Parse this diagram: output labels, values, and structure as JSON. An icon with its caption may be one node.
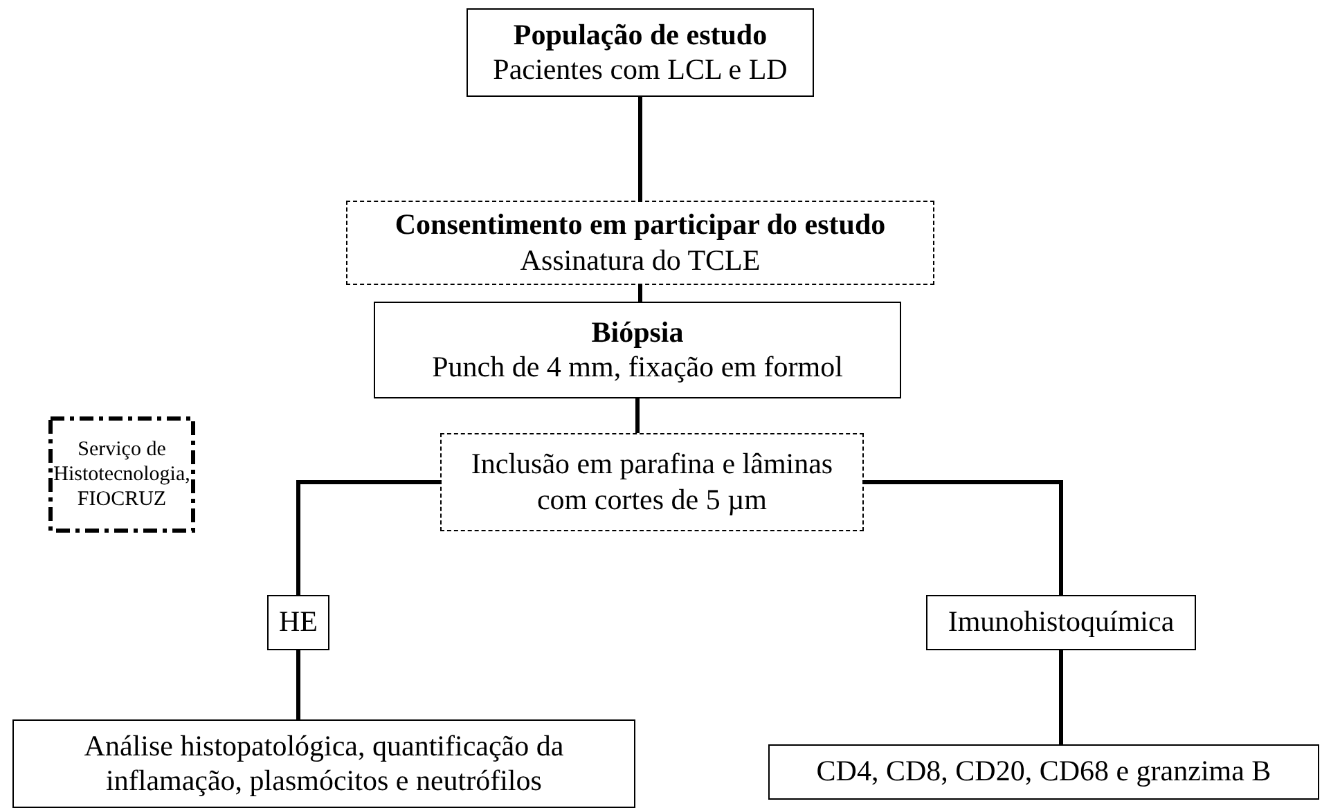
{
  "diagram": {
    "nodes": [
      {
        "text": [
          "População de estudo",
          "Pacientes com LCL e LD"
        ]
      },
      {
        "text": [
          "Consentimento em participar do estudo",
          "Assinatura do TCLE"
        ]
      },
      {
        "text": [
          "Biópsia",
          "Punch de 4 mm, fixação em formol"
        ]
      },
      {
        "text": [
          "Inclusão em parafina e lâminas com cortes de 5 µm"
        ]
      },
      {
        "text": [
          "Serviço de Histotecnologia, FIOCRUZ"
        ]
      },
      {
        "text": [
          "HE"
        ]
      },
      {
        "text": [
          "Imunohistoquímica"
        ]
      },
      {
        "text": [
          "Análise histopatológica, quantificação da inflamação, plasmócitos e neutrófilos"
        ]
      },
      {
        "text": [
          "CD4, CD8, CD20, CD68 e granzima B"
        ]
      }
    ],
    "edges": [
      {
        "from": 0,
        "to": 1,
        "arrow": "none"
      },
      {
        "from": 1,
        "to": 2,
        "arrow": "none"
      },
      {
        "from": 2,
        "to": 3,
        "arrow": "none"
      },
      {
        "from": 3,
        "to": 5,
        "arrow": "none"
      },
      {
        "from": 3,
        "to": 6,
        "arrow": "none"
      },
      {
        "from": 5,
        "to": 7,
        "arrow": "none"
      },
      {
        "from": 6,
        "to": 8,
        "arrow": "none"
      }
    ]
  }
}
